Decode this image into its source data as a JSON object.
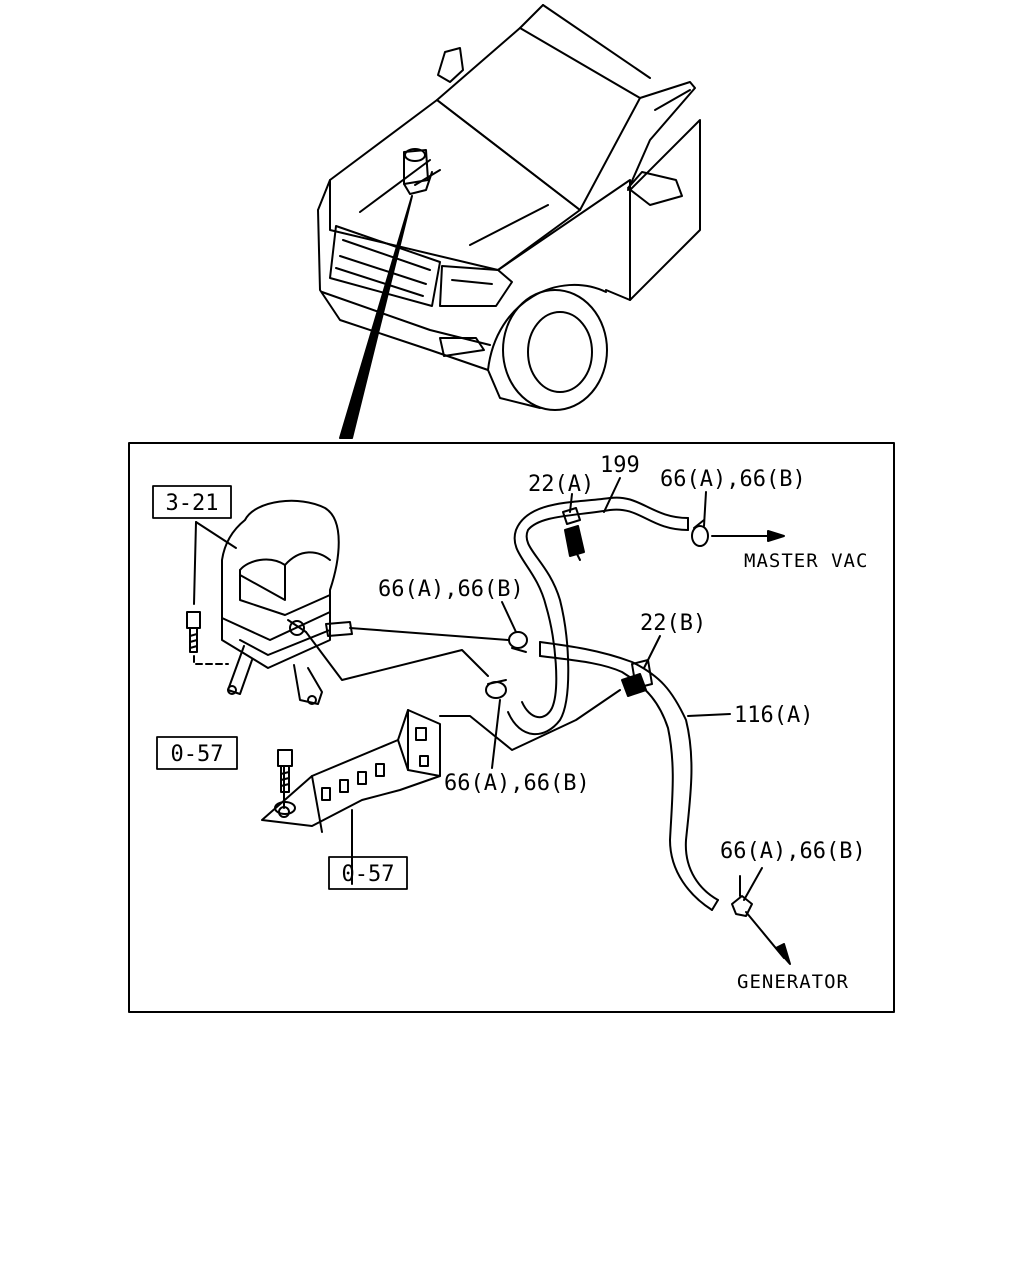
{
  "callouts": {
    "ref_3_21": "3-21",
    "ref_0_57_bolt": "0-57",
    "ref_0_57_bracket": "0-57",
    "part_199": "199",
    "clip_22a": "22(A)",
    "clip_22b": "22(B)",
    "hose_116a": "116(A)",
    "clamp_top": "66(A),66(B)",
    "clamp_mid": "66(A),66(B)",
    "clamp_lower": "66(A),66(B)",
    "clamp_right": "66(A),66(B)"
  },
  "destinations": {
    "master_vac": "MASTER VAC",
    "generator": "GENERATOR"
  },
  "colors": {
    "ink": "#000000",
    "paper": "#ffffff"
  }
}
